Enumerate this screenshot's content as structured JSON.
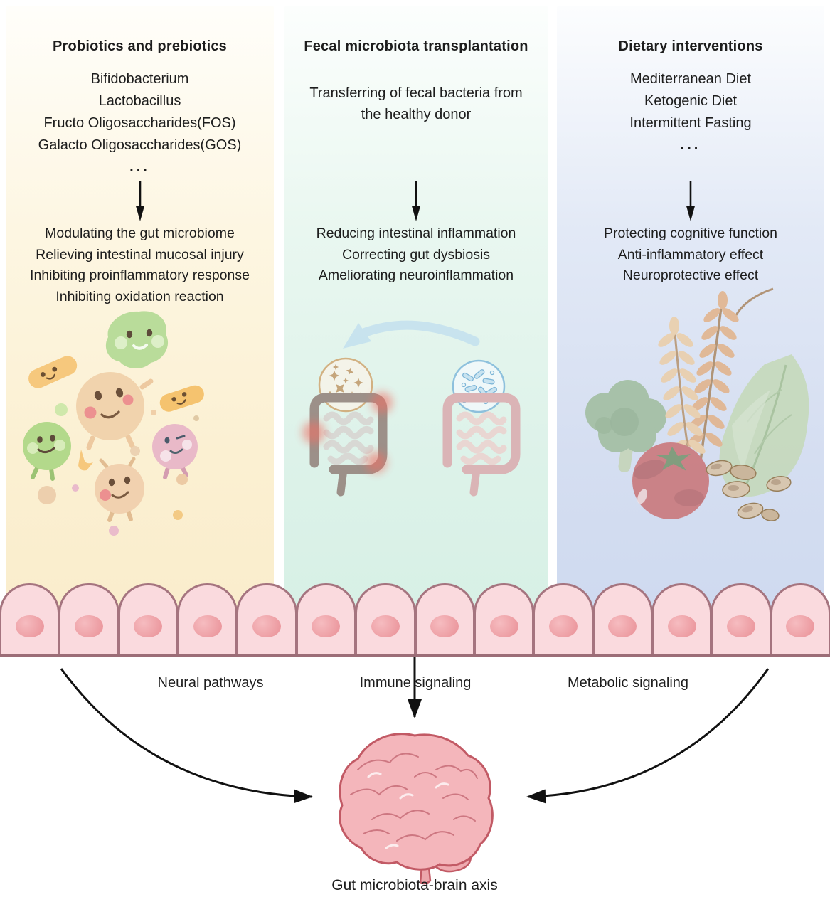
{
  "figure": {
    "caption": "Gut microbiota-brain axis"
  },
  "panels": [
    {
      "id": "probiotics",
      "title": "Probiotics and prebiotics",
      "items": [
        "Bifidobacterium",
        "Lactobacillus",
        "Fructo Oligosaccharides(FOS)",
        "Galacto Oligosaccharides(GOS)",
        "..."
      ],
      "effects": [
        "Modulating the gut microbiome",
        "Relieving intestinal mucosal injury",
        "Inhibiting proinflammatory response",
        "Inhibiting oxidation reaction"
      ],
      "illustration": "gut-bacteria-cartoon-icon"
    },
    {
      "id": "fmt",
      "title": "Fecal microbiota transplantation",
      "items": [
        "Transferring of fecal bacteria from the healthy donor"
      ],
      "effects": [
        "Reducing intestinal inflammation",
        "Correcting gut dysbiosis",
        "Ameliorating neuroinflammation"
      ],
      "illustration": "fecal-transplant-intestines-icon"
    },
    {
      "id": "diet",
      "title": "Dietary interventions",
      "items": [
        "Mediterranean Diet",
        "Ketogenic Diet",
        "Intermittent Fasting",
        "..."
      ],
      "effects": [
        "Protecting cognitive function",
        "Anti-inflammatory effect",
        "Neuroprotective effect"
      ],
      "illustration": "healthy-foods-icon"
    }
  ],
  "pathways": [
    {
      "label": "Neural pathways"
    },
    {
      "label": "Immune signaling"
    },
    {
      "label": "Metabolic signaling"
    }
  ],
  "colors": {
    "panel_probiotics_bg": "#faeccb",
    "panel_fmt_bg": "#d6f0e5",
    "panel_diet_bg": "#cdd9ef",
    "epithelium_fill": "#fadade",
    "epithelium_border": "#a5747f",
    "brain_fill": "#f4b6bb",
    "brain_outline": "#c25a65",
    "transplant_arrow": "#c2e0ef",
    "flow_arrow": "#111111"
  }
}
